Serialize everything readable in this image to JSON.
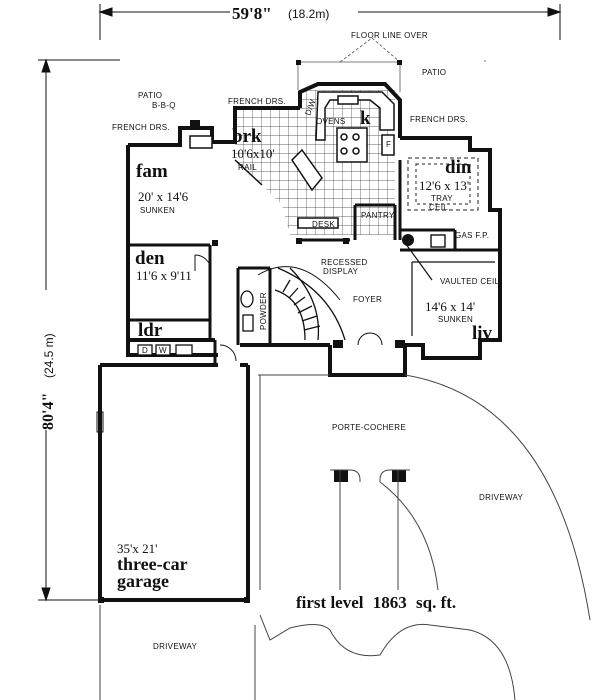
{
  "dimensions": {
    "width": "59'8\"",
    "width_metric": "(18.2m)",
    "height": "80'4\"",
    "height_metric": "(24.5 m)"
  },
  "labels": {
    "floor_line_over": "FLOOR LINE OVER",
    "patio_right": "PATIO",
    "patio_left": "PATIO",
    "bbq": "B-B-Q",
    "french_drs_fam": "FRENCH DRS.",
    "french_drs_brk": "FRENCH DRS.",
    "french_drs_din": "FRENCH DRS.",
    "dw": "D/W",
    "ovens": "OVENS",
    "rail": "RAIL",
    "desk": "DESK",
    "pantry": "PANTRY",
    "tray_ceil_1": "TRAY",
    "tray_ceil_2": "CEIL",
    "gas_fp": "GAS F.P.",
    "recessed_display_1": "RECESSED",
    "recessed_display_2": "DISPLAY",
    "foyer": "FOYER",
    "vaulted_ceil": "VAULTED CEIL.",
    "sunken_liv": "SUNKEN",
    "sunken_fam": "SUNKEN",
    "powder": "POWDER",
    "washer": "W",
    "dryer": "D",
    "porte_cochere": "PORTE-COCHERE",
    "driveway_right": "DRIVEWAY",
    "driveway_bottom": "DRIVEWAY",
    "f_fridge": "F"
  },
  "rooms": {
    "fam": {
      "name": "fam",
      "size": "20' x 14'6"
    },
    "brk": {
      "name": "brk",
      "size": "10'6x10'"
    },
    "k": {
      "name": "k"
    },
    "din": {
      "name": "din",
      "size": "12'6 x 13'"
    },
    "den": {
      "name": "den",
      "size": "11'6 x 9'11"
    },
    "ldr": {
      "name": "ldr"
    },
    "liv": {
      "name": "liv",
      "size": "14'6 x 14'"
    },
    "garage": {
      "name_line1": "three-car",
      "name_line2": "garage",
      "size": "35'x 21'"
    }
  },
  "caption": {
    "prefix": "first level",
    "value": "1863",
    "unit": "sq. ft."
  }
}
